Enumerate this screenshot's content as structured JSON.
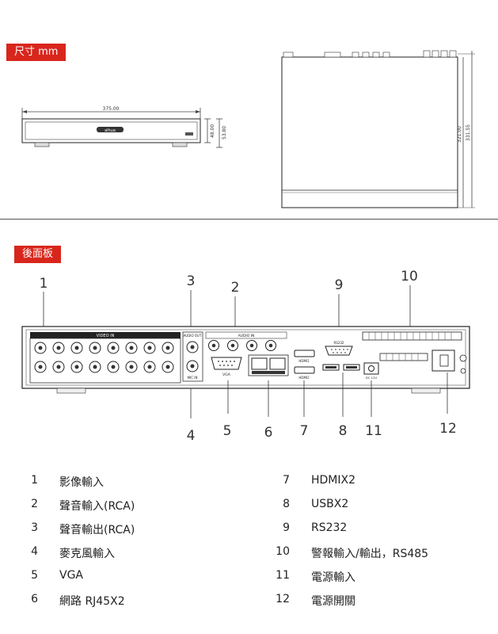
{
  "sections": {
    "dimensions_tag": "尺寸 mm",
    "rear_panel_tag": "後面板"
  },
  "dimensions": {
    "width": "375.00",
    "height_inner": "48.00",
    "height_outer": "53.80",
    "depth_inner": "321.00",
    "depth_outer": "331.55"
  },
  "panel_labels": {
    "video_in": "VIDEO IN",
    "audio_out": "AUDIO OUT",
    "audio_in": "AUDIO IN",
    "mic_in": "MIC IN",
    "vga": "VGA",
    "hdmi1": "HDMI1",
    "hdmi2": "HDMI2",
    "rs232": "RS232",
    "power": "DC 12V",
    "brand": "alhua"
  },
  "callouts": {
    "top": [
      "1",
      "3",
      "2",
      "9",
      "10"
    ],
    "bottom": [
      "4",
      "5",
      "6",
      "7",
      "8",
      "11",
      "12"
    ]
  },
  "legend": [
    {
      "num": "1",
      "text": "影像輸入"
    },
    {
      "num": "2",
      "text": "聲音輸入(RCA)"
    },
    {
      "num": "3",
      "text": "聲音輸出(RCA)"
    },
    {
      "num": "4",
      "text": "麥克風輸入"
    },
    {
      "num": "5",
      "text": "VGA"
    },
    {
      "num": "6",
      "text": "網路 RJ45X2"
    },
    {
      "num": "7",
      "text": "HDMIX2"
    },
    {
      "num": "8",
      "text": "USBX2"
    },
    {
      "num": "9",
      "text": "RS232"
    },
    {
      "num": "10",
      "text": "警報輸入/輸出，RS485"
    },
    {
      "num": "11",
      "text": "電源輸入"
    },
    {
      "num": "12",
      "text": "電源開關"
    }
  ]
}
